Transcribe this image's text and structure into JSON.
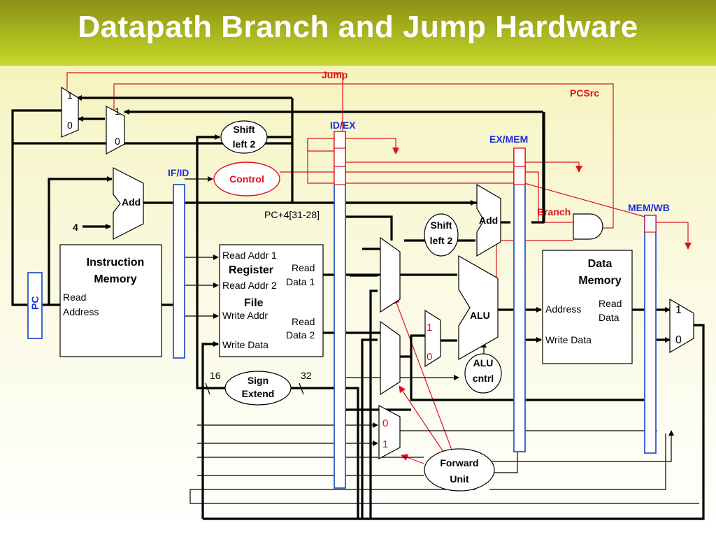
{
  "title": "Datapath Branch and Jump Hardware",
  "signals": {
    "jump": "Jump",
    "pcsrc": "PCSrc",
    "branch": "Branch",
    "pc_plus4_bits": "PC+4[31-28]",
    "const4": "4",
    "bits16": "16",
    "bits32": "32"
  },
  "pipeline_regs": {
    "ifid": "IF/ID",
    "idex": "ID/EX",
    "exmem": "EX/MEM",
    "memwb": "MEM/WB"
  },
  "blocks": {
    "pc": "PC",
    "add_if": "Add",
    "instruction_memory": {
      "title1": "Instruction",
      "title2": "Memory",
      "read1": "Read",
      "read2": "Address"
    },
    "shift_left_top": {
      "line1": "Shift",
      "line2": "left 2"
    },
    "control": "Control",
    "register_file": {
      "read_addr1": "Read Addr 1",
      "title1": "Register",
      "title2": "File",
      "read_addr2": "Read Addr 2",
      "write_addr": "Write Addr",
      "write_data": "Write Data",
      "read_data1_a": "Read",
      "read_data1_b": "Data 1",
      "read_data2_a": "Read",
      "read_data2_b": "Data 2"
    },
    "sign_extend": {
      "line1": "Sign",
      "line2": "Extend"
    },
    "shift_left_ex": {
      "line1": "Shift",
      "line2": "left 2"
    },
    "add_ex": "Add",
    "alu": "ALU",
    "alu_control": {
      "line1": "ALU",
      "line2": "cntrl"
    },
    "data_memory": {
      "title1": "Data",
      "title2": "Memory",
      "address": "Address",
      "read_a": "Read",
      "read_b": "Data",
      "write_data": "Write Data"
    },
    "forward_unit": {
      "line1": "Forward",
      "line2": "Unit"
    }
  },
  "mux_labels": {
    "jump_mux": {
      "top": "1",
      "bottom": "0"
    },
    "pcsrc_mux": {
      "top": "1",
      "bottom": "0"
    },
    "alusrc_mux": {
      "top": "1",
      "bottom": "0"
    },
    "regdst_mux": {
      "top": "0",
      "bottom": "1"
    },
    "wb_mux": {
      "top": "1",
      "bottom": "0"
    }
  }
}
